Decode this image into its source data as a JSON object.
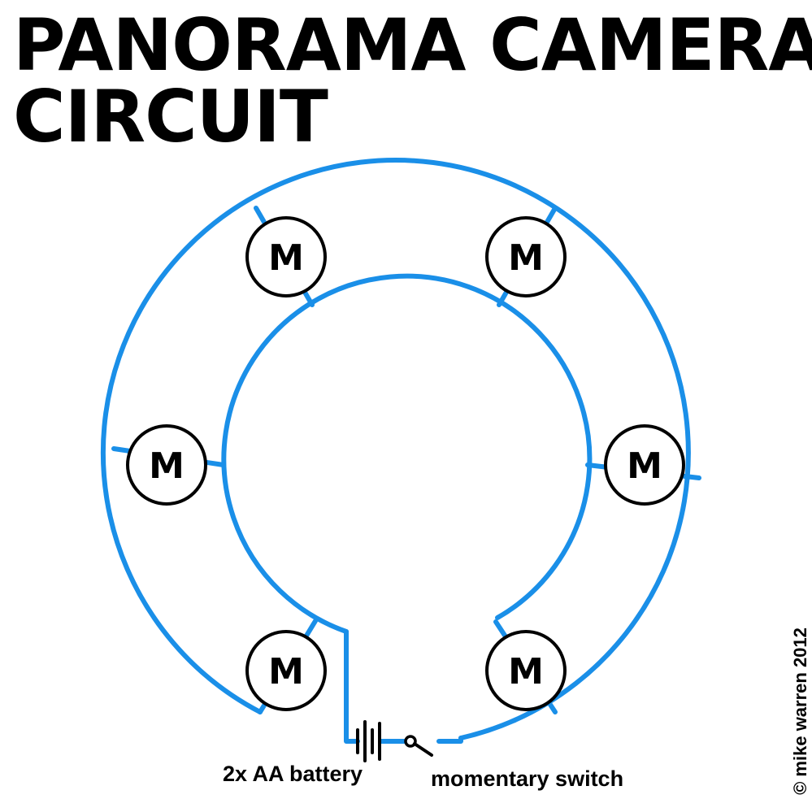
{
  "title": {
    "line1": "PANORAMA CAMERA",
    "line2": "CIRCUIT"
  },
  "motors": [
    {
      "id": "upper-left",
      "label": "M"
    },
    {
      "id": "upper-right",
      "label": "M"
    },
    {
      "id": "middle-left",
      "label": "M"
    },
    {
      "id": "middle-right",
      "label": "M"
    },
    {
      "id": "lower-left",
      "label": "M"
    },
    {
      "id": "lower-right",
      "label": "M"
    }
  ],
  "labels": {
    "battery": "2x AA battery",
    "switch": "momentary switch"
  },
  "copyright": "© mike warren 2012",
  "colors": {
    "wire": "#1a8fe8",
    "component": "#000000",
    "background": "#ffffff"
  }
}
